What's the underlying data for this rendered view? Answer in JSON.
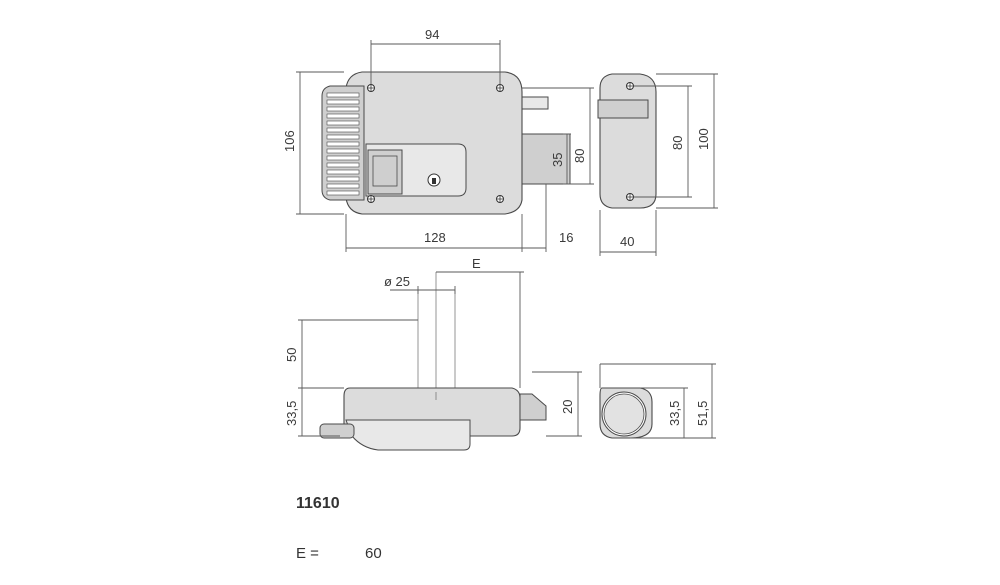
{
  "dimensions": {
    "top_width": "94",
    "height_left": "106",
    "dim_35": "35",
    "dim_80_front": "80",
    "dim_128": "128",
    "dim_16": "16",
    "side_80": "80",
    "side_100": "100",
    "side_40": "40",
    "diameter": "ø 25",
    "e_marker": "E",
    "dim_50": "50",
    "dim_33_5_left": "33,5",
    "dim_20": "20",
    "dim_33_5_right": "33,5",
    "dim_51_5": "51,5"
  },
  "info": {
    "model_code": "11610",
    "e_label": "E =",
    "e_value": "60"
  }
}
